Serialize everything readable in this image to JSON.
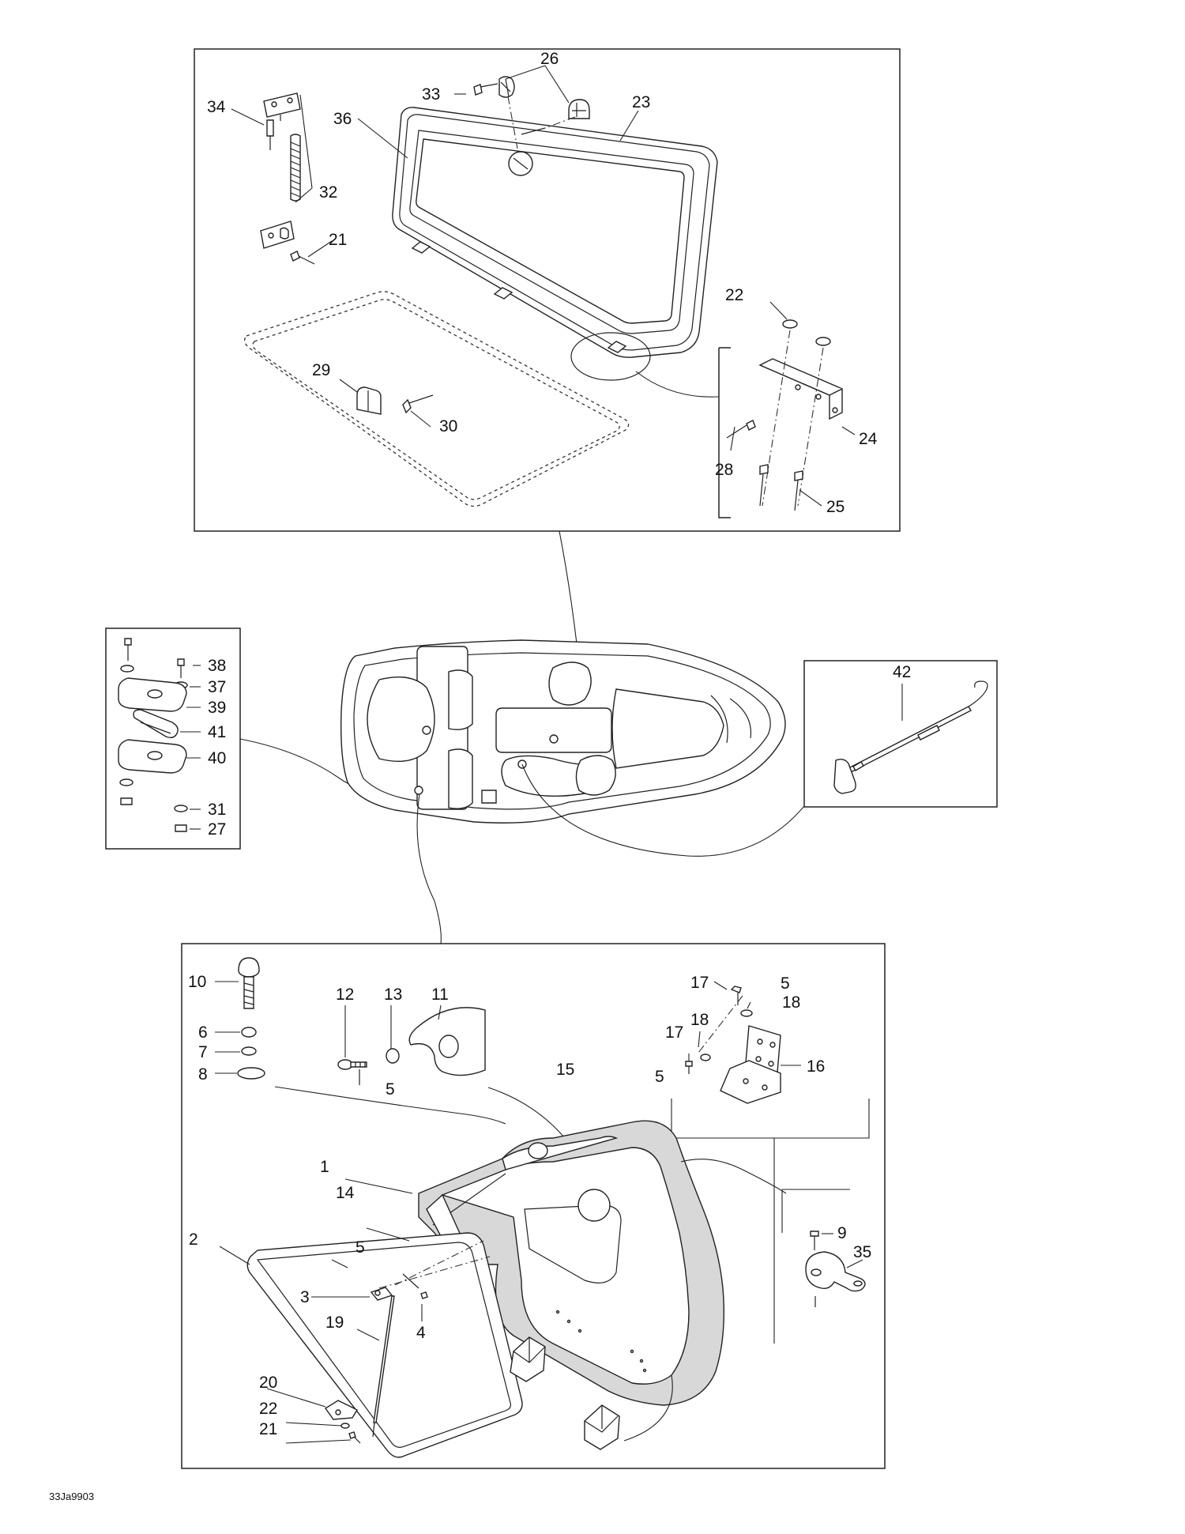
{
  "diagram_code": "33Ja9903",
  "callouts": {
    "top": [
      "26",
      "33",
      "23",
      "34",
      "36",
      "32",
      "21",
      "22",
      "29",
      "30",
      "24",
      "28",
      "25"
    ],
    "left": [
      "38",
      "37",
      "39",
      "41",
      "40",
      "31",
      "27"
    ],
    "right": [
      "42"
    ],
    "bottom": [
      "10",
      "6",
      "7",
      "8",
      "12",
      "13",
      "11",
      "5",
      "17",
      "5",
      "18",
      "17",
      "18",
      "16",
      "5",
      "15",
      "1",
      "14",
      "2",
      "5",
      "3",
      "4",
      "19",
      "9",
      "35",
      "20",
      "22",
      "21"
    ]
  }
}
